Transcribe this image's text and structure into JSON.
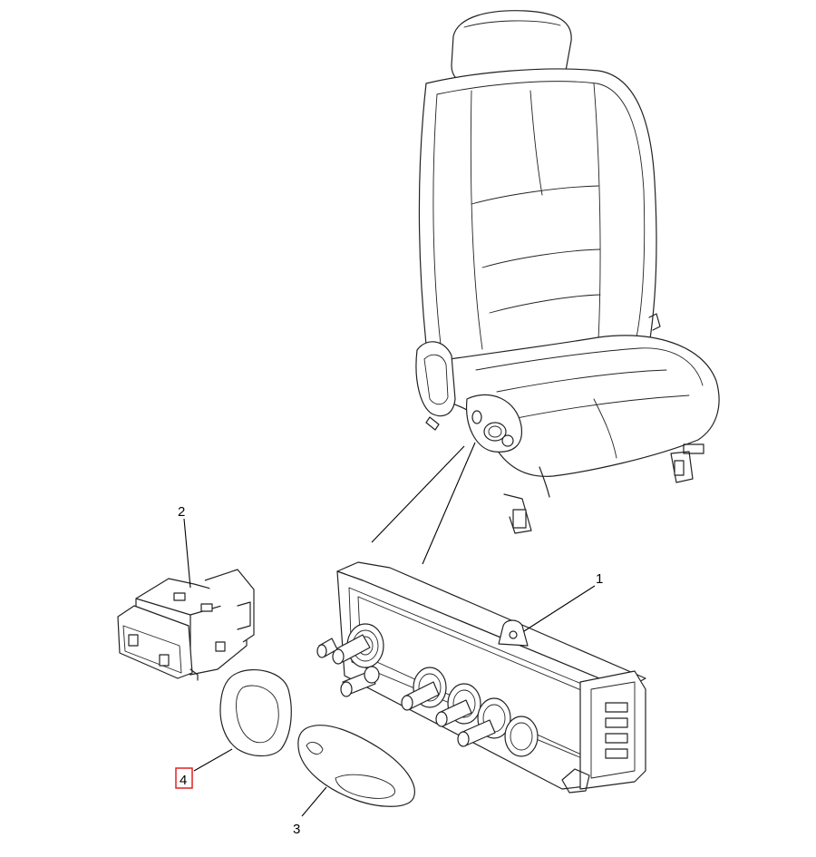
{
  "callouts": [
    {
      "id": "1",
      "label": "1",
      "highlighted": false
    },
    {
      "id": "2",
      "label": "2",
      "highlighted": false
    },
    {
      "id": "3",
      "label": "3",
      "highlighted": false
    },
    {
      "id": "4",
      "label": "4",
      "highlighted": true
    }
  ],
  "colors": {
    "line": "#222222",
    "highlight_box": "#e02020",
    "background": "#ffffff"
  }
}
